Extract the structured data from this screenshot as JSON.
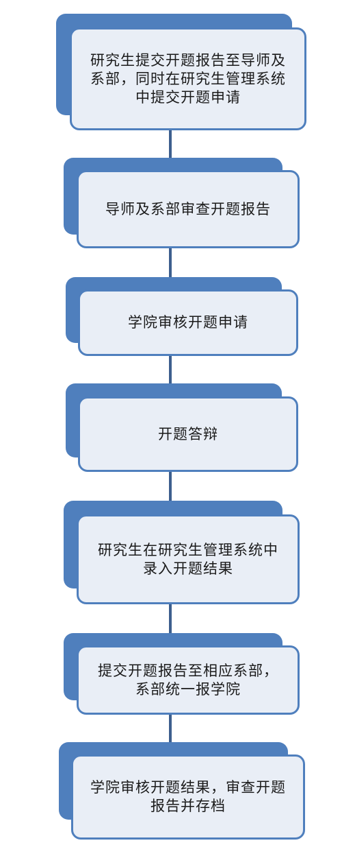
{
  "steps": [
    {
      "text": "研究生提交开题报告至导师及\n系部，同时在研究生管理系统\n中提交开题申请"
    },
    {
      "text": "导师及系部审查开题报告"
    },
    {
      "text": "学院审核开题申请"
    },
    {
      "text": "开题答辩"
    },
    {
      "text": "研究生在研究生管理系统中\n录入开题结果"
    },
    {
      "text": "提交开题报告至相应系部，\n系部统一报学院"
    },
    {
      "text": "学院审核开题结果，审查开题\n报告并存档"
    }
  ],
  "colors": {
    "box_back": "#4f7fbd",
    "box_border": "#4f7fbd",
    "box_fill": "#e9eef6",
    "connector": "#3d5f8e"
  }
}
